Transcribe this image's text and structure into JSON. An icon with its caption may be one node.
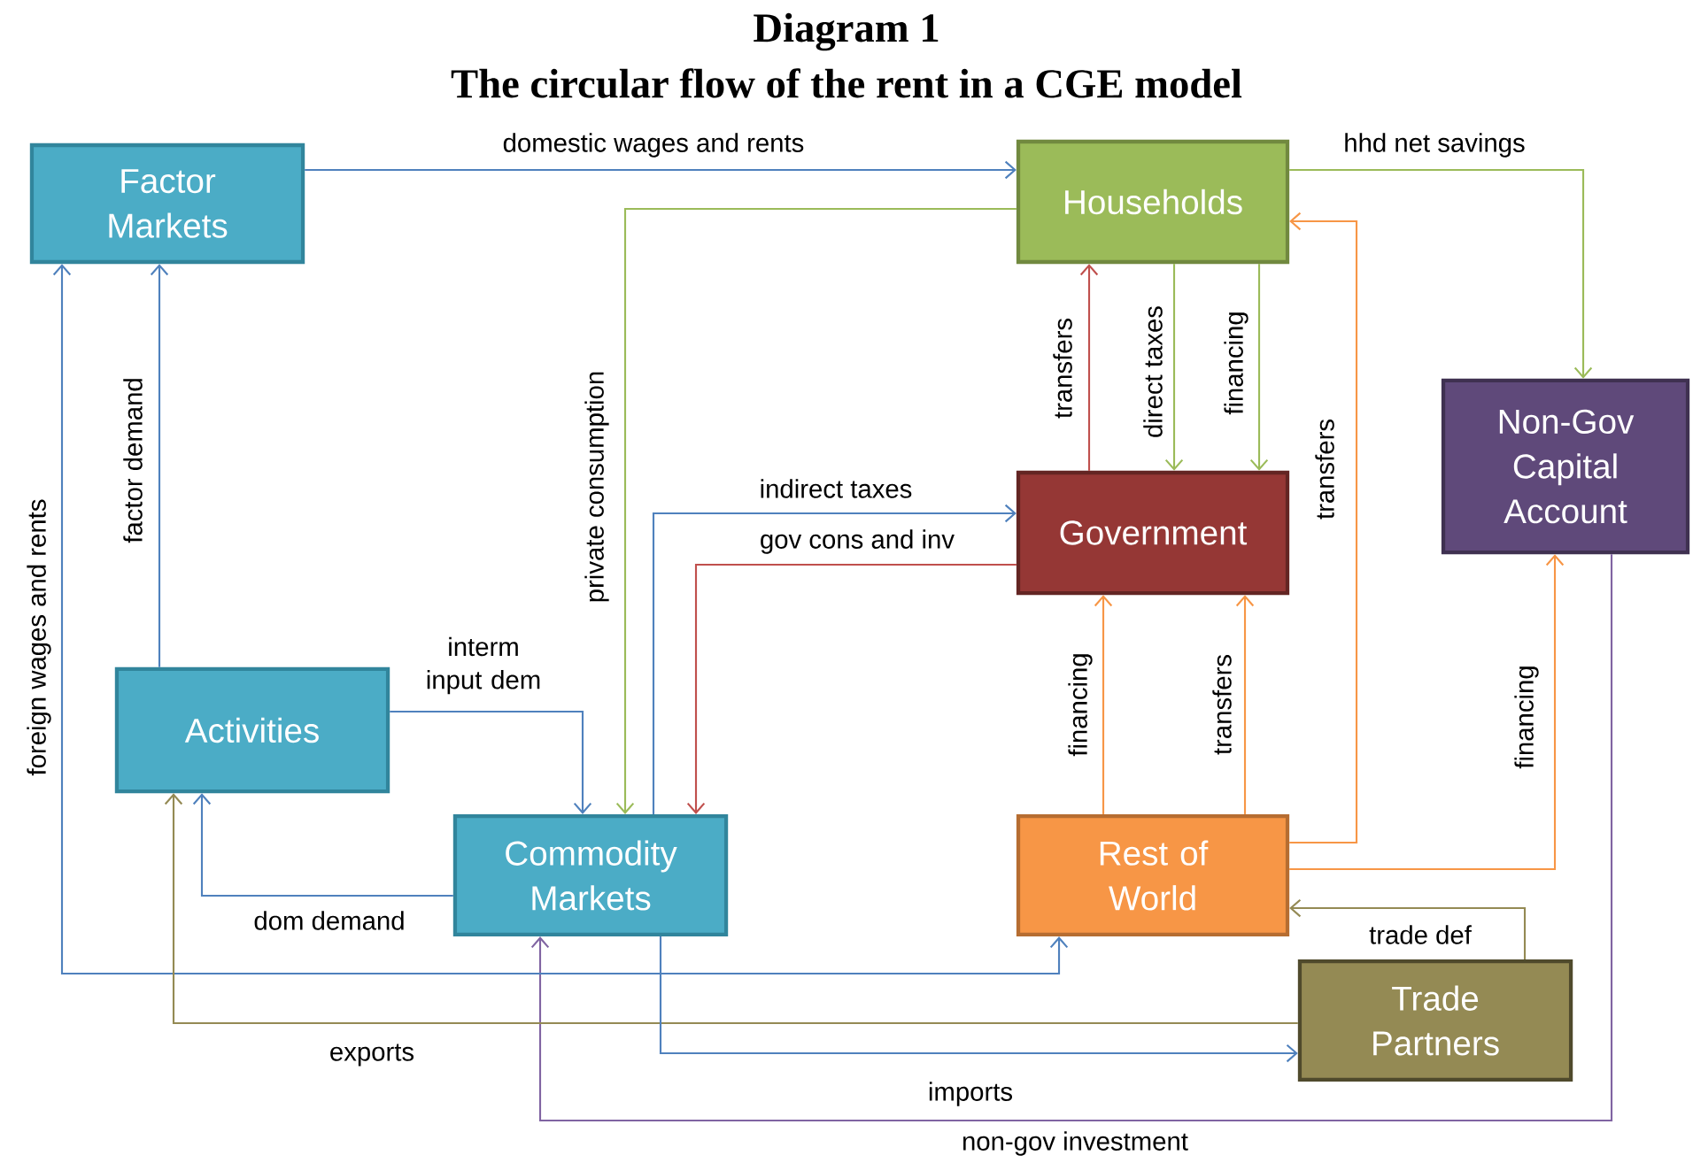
{
  "diagram": {
    "title": "Diagram 1",
    "labels": [
      "The circular flow of the rent in a CGE model"
    ],
    "nodes": [
      {
        "text": [
          "Factor Markets"
        ]
      },
      {
        "text": [
          "Households"
        ]
      },
      {
        "text": [
          "Non-Gov Capital Account"
        ]
      },
      {
        "text": [
          "Government"
        ]
      },
      {
        "text": [
          "Activities"
        ]
      },
      {
        "text": [
          "Commodity Markets"
        ]
      },
      {
        "text": [
          "Rest of World"
        ]
      },
      {
        "text": [
          "Trade Partners"
        ]
      }
    ],
    "edges": [
      {
        "from": 0,
        "to": 1,
        "arrow": "to",
        "label": "domestic wages and rents"
      },
      {
        "from": 1,
        "to": 5,
        "arrow": "to",
        "label": "private consumption",
        "color": "#9bbb59"
      },
      {
        "from": 1,
        "to": 2,
        "arrow": "to",
        "label": "hhd net savings",
        "color": "#9bbb59"
      },
      {
        "from": 3,
        "to": 1,
        "arrow": "to",
        "label": "transfers",
        "color": "#c0504d"
      },
      {
        "from": 1,
        "to": 3,
        "arrow": "to",
        "label": "direct taxes",
        "color": "#9bbb59"
      },
      {
        "from": 1,
        "to": 3,
        "arrow": "to",
        "label": "financing",
        "color": "#9bbb59"
      },
      {
        "from": 6,
        "to": 1,
        "arrow": "to",
        "label": "transfers",
        "color": "#f79646"
      },
      {
        "from": 5,
        "to": 3,
        "arrow": "to",
        "label": "indirect taxes"
      },
      {
        "from": 3,
        "to": 5,
        "arrow": "to",
        "label": "gov cons and inv",
        "color": "#c0504d"
      },
      {
        "from": 6,
        "to": 3,
        "arrow": "to",
        "label": "financing",
        "color": "#f79646"
      },
      {
        "from": 6,
        "to": 3,
        "arrow": "to",
        "label": "transfers",
        "color": "#f79646"
      },
      {
        "from": 6,
        "to": 2,
        "arrow": "to",
        "label": "financing",
        "color": "#f79646"
      },
      {
        "from": 2,
        "to": 5,
        "arrow": "to",
        "label": "non-gov investment",
        "color": "#8064a2"
      },
      {
        "from": 4,
        "to": 0,
        "arrow": "to",
        "label": "factor demand"
      },
      {
        "from": 4,
        "to": 5,
        "arrow": "to",
        "label": "interm input dem"
      },
      {
        "from": 5,
        "to": 4,
        "arrow": "to",
        "label": "dom demand"
      },
      {
        "from": 6,
        "to": 0,
        "arrow": "both",
        "label": "foreign wages and rents"
      },
      {
        "from": 7,
        "to": 4,
        "arrow": "to",
        "label": "exports",
        "color": "#948a54"
      },
      {
        "from": 5,
        "to": 7,
        "arrow": "to",
        "label": "imports"
      },
      {
        "from": 7,
        "to": 6,
        "arrow": "to",
        "label": "trade def",
        "color": "#948a54"
      }
    ]
  }
}
